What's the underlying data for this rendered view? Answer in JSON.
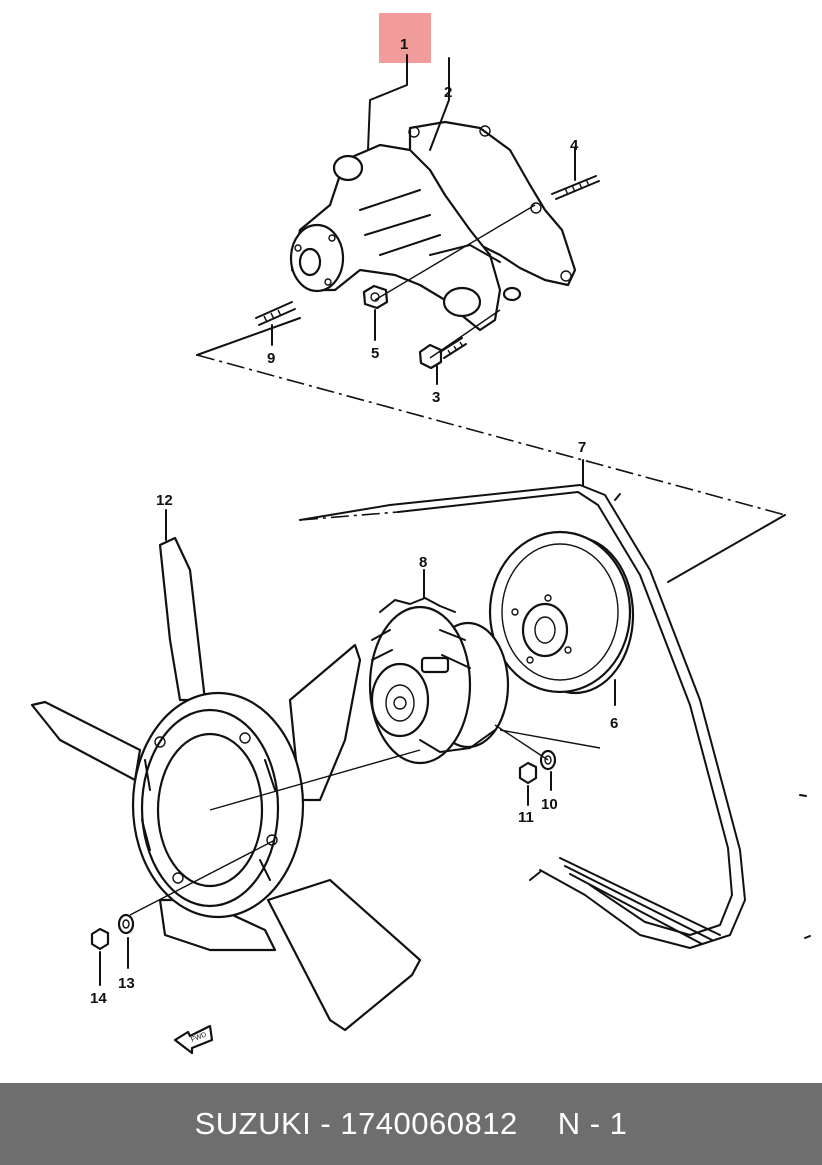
{
  "callouts": {
    "c1": "1",
    "c2": "2",
    "c3": "3",
    "c4": "4",
    "c5": "5",
    "c6": "6",
    "c7": "7",
    "c8": "8",
    "c9": "9",
    "c10": "10",
    "c11": "11",
    "c12": "12",
    "c13": "13",
    "c14": "14"
  },
  "highlight_color": "#f08a8a",
  "footer": {
    "brand": "SUZUKI",
    "separator": "-",
    "part_number": "1740060812",
    "ref": "N - 1"
  },
  "footer_bg": "#6e6e6e",
  "fwd_marker": "FWD"
}
